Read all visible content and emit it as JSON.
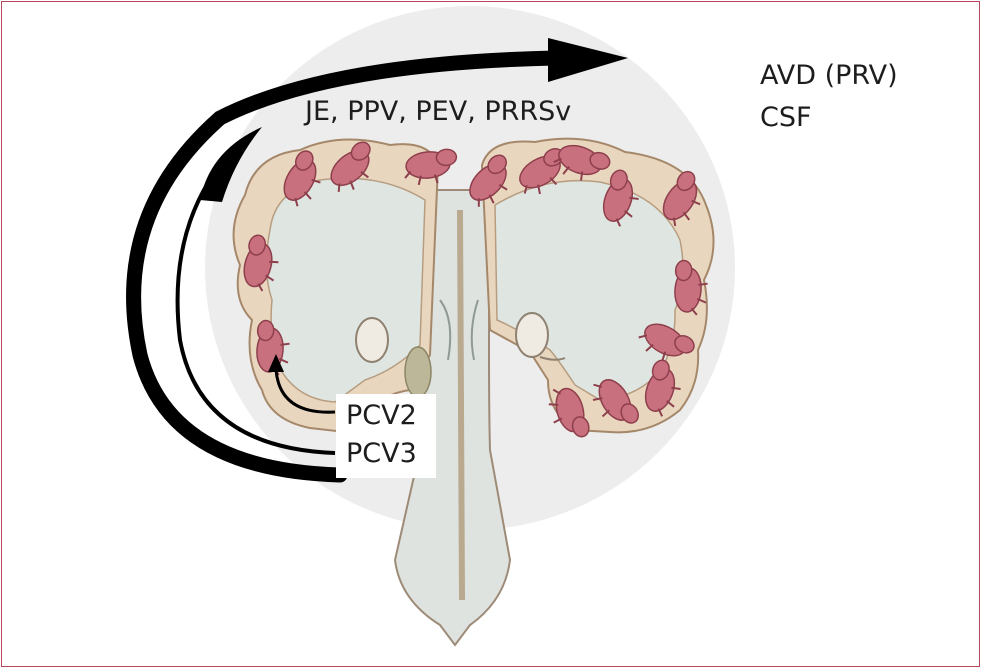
{
  "labels": {
    "top_group": "JE, PPV, PEV, PRRSv",
    "right_group": [
      "AVD (PRV)",
      "CSF"
    ],
    "left_group": [
      "PCV2",
      "PCV3"
    ]
  },
  "colors": {
    "frame": "#b5485d",
    "background_disc": "#ededed",
    "uterus_wall": "#e9d6bf",
    "uterus_wall_edge": "#a5886a",
    "uterus_lumen": "#dfe6e1",
    "fetus": "#c9707f",
    "fetus_edge": "#8e3f4c",
    "arrow": "#000000"
  },
  "icons": [
    "uterus-illustration",
    "piglet-fetus-icon",
    "ovary-icon"
  ]
}
